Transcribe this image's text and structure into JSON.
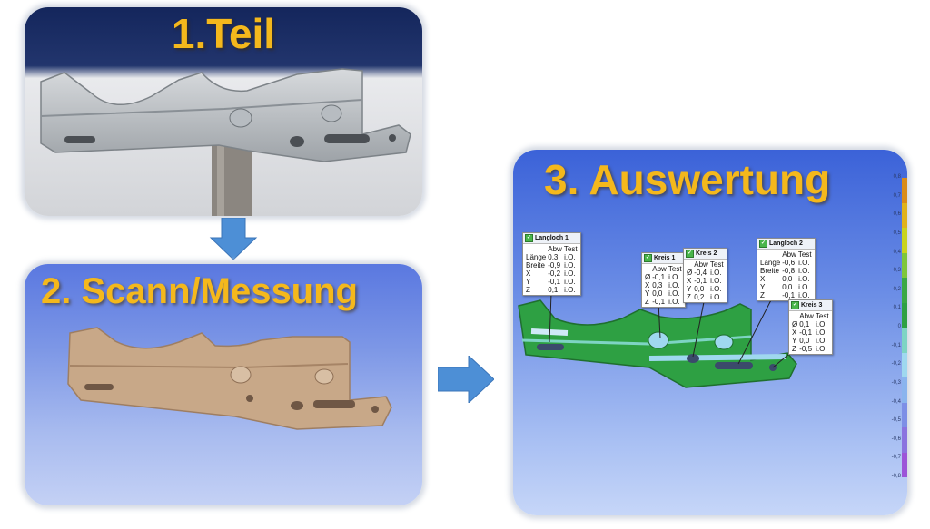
{
  "titles": {
    "step1": "1.Teil",
    "step2": "2. Scann/Messung",
    "step3": "3. Auswertung"
  },
  "colors": {
    "title": "#f4b81c",
    "arrow": "#4d8fd6",
    "part_metal": "#b8bcc0",
    "scan": "#c9a98a",
    "eval_green": "#2ea043"
  },
  "icons": {
    "check": "check-icon",
    "arrow_down": "arrow-down-icon",
    "arrow_right": "arrow-right-icon"
  },
  "results": {
    "col_header": "Abw Test",
    "boxes": [
      {
        "title": "Langloch 1",
        "rows": [
          {
            "label": "Länge",
            "value": "0,3",
            "status": "i.O."
          },
          {
            "label": "Breite",
            "value": "-0,9",
            "status": "i.O."
          },
          {
            "label": "X",
            "value": "-0,2",
            "status": "i.O."
          },
          {
            "label": "Y",
            "value": "-0,1",
            "status": "i.O."
          },
          {
            "label": "Z",
            "value": "0,1",
            "status": "i.O."
          }
        ]
      },
      {
        "title": "Kreis 1",
        "rows": [
          {
            "label": "Ø",
            "value": "-0,1",
            "status": "i.O."
          },
          {
            "label": "X",
            "value": "0,3",
            "status": "i.O."
          },
          {
            "label": "Y",
            "value": "0,0",
            "status": "i.O."
          },
          {
            "label": "Z",
            "value": "-0,1",
            "status": "i.O."
          }
        ]
      },
      {
        "title": "Kreis 2",
        "rows": [
          {
            "label": "Ø",
            "value": "-0,4",
            "status": "i.O."
          },
          {
            "label": "X",
            "value": "-0,1",
            "status": "i.O."
          },
          {
            "label": "Y",
            "value": "0,0",
            "status": "i.O."
          },
          {
            "label": "Z",
            "value": "0,2",
            "status": "i.O."
          }
        ]
      },
      {
        "title": "Langloch 2",
        "rows": [
          {
            "label": "Länge",
            "value": "-0,6",
            "status": "i.O."
          },
          {
            "label": "Breite",
            "value": "-0,8",
            "status": "i.O."
          },
          {
            "label": "X",
            "value": "0,0",
            "status": "i.O."
          },
          {
            "label": "Y",
            "value": "0,0",
            "status": "i.O."
          },
          {
            "label": "Z",
            "value": "-0,1",
            "status": "i.O."
          }
        ]
      },
      {
        "title": "Kreis 3",
        "rows": [
          {
            "label": "Ø",
            "value": "0,1",
            "status": "i.O."
          },
          {
            "label": "X",
            "value": "-0,1",
            "status": "i.O."
          },
          {
            "label": "Y",
            "value": "0,0",
            "status": "i.O."
          },
          {
            "label": "Z",
            "value": "-0,5",
            "status": "i.O."
          }
        ]
      }
    ]
  },
  "color_scale": {
    "labels": [
      "0,8",
      "0,7",
      "0,6",
      "0,5",
      "0,4",
      "0,3",
      "0,2",
      "0,1",
      "0",
      "-0,1",
      "-0,2",
      "-0,3",
      "-0,4",
      "-0,5",
      "-0,6",
      "-0,7",
      "-0,8"
    ],
    "colors": [
      "#d98c1a",
      "#e0b21c",
      "#c9d31e",
      "#7ec63a",
      "#3aa845",
      "#2ea043",
      "#7ed4c4",
      "#9fd8ef",
      "#8ab4ee",
      "#7d8fe6",
      "#8b73df",
      "#9c55d8"
    ]
  }
}
